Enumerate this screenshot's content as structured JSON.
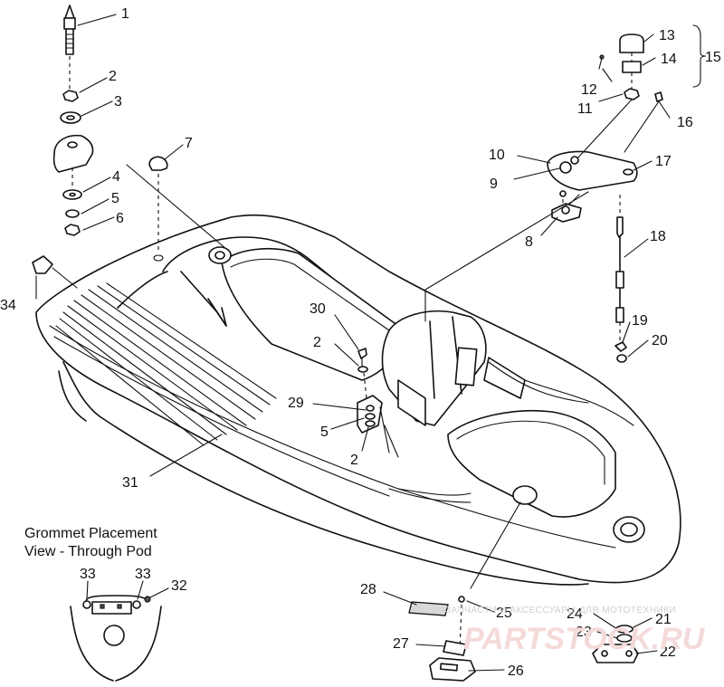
{
  "caption": {
    "line1": "Grommet Placement",
    "line2": "View - Through Pod"
  },
  "callouts": [
    {
      "id": "c1",
      "text": "1"
    },
    {
      "id": "c2a",
      "text": "2"
    },
    {
      "id": "c3",
      "text": "3"
    },
    {
      "id": "c4",
      "text": "4"
    },
    {
      "id": "c5a",
      "text": "5"
    },
    {
      "id": "c6",
      "text": "6"
    },
    {
      "id": "c7",
      "text": "7"
    },
    {
      "id": "c8",
      "text": "8"
    },
    {
      "id": "c9",
      "text": "9"
    },
    {
      "id": "c10",
      "text": "10"
    },
    {
      "id": "c11",
      "text": "11"
    },
    {
      "id": "c12",
      "text": "12"
    },
    {
      "id": "c13",
      "text": "13"
    },
    {
      "id": "c14",
      "text": "14"
    },
    {
      "id": "c15",
      "text": "15"
    },
    {
      "id": "c16",
      "text": "16"
    },
    {
      "id": "c17",
      "text": "17"
    },
    {
      "id": "c18",
      "text": "18"
    },
    {
      "id": "c19",
      "text": "19"
    },
    {
      "id": "c20",
      "text": "20"
    },
    {
      "id": "c21",
      "text": "21"
    },
    {
      "id": "c22",
      "text": "22"
    },
    {
      "id": "c23",
      "text": "23"
    },
    {
      "id": "c24",
      "text": "24"
    },
    {
      "id": "c25",
      "text": "25"
    },
    {
      "id": "c26",
      "text": "26"
    },
    {
      "id": "c27",
      "text": "27"
    },
    {
      "id": "c28",
      "text": "28"
    },
    {
      "id": "c29",
      "text": "29"
    },
    {
      "id": "c30",
      "text": "30"
    },
    {
      "id": "c2b",
      "text": "2"
    },
    {
      "id": "c5b",
      "text": "5"
    },
    {
      "id": "c2c",
      "text": "2"
    },
    {
      "id": "c31",
      "text": "31"
    },
    {
      "id": "c34",
      "text": "34"
    },
    {
      "id": "c33a",
      "text": "33"
    },
    {
      "id": "c33b",
      "text": "33"
    },
    {
      "id": "c32",
      "text": "32"
    }
  ],
  "watermark": {
    "subtitle": "ЗАПЧАСТИ И АКСЕССУАРЫ ДЛЯ МОТОТЕХНИКИ",
    "logo": "PARTSTOCK.RU"
  }
}
